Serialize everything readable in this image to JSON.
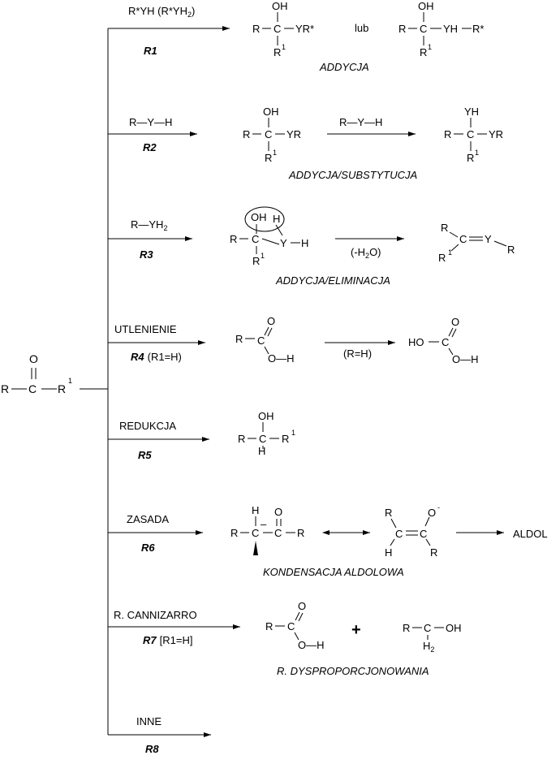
{
  "carbonyl": {
    "r": "R",
    "c": "C",
    "o": "O",
    "r1": "R",
    "sup1": "1"
  },
  "r1": {
    "reagent": "R*YH (R*YH",
    "reagent_sub": "2",
    "reagent_close": ")",
    "label": "R1",
    "p1": {
      "oh": "OH",
      "left": "R",
      "c": "C",
      "right": "YR*",
      "bottom": "R",
      "sup": "1"
    },
    "or": "lub",
    "p2": {
      "oh": "OH",
      "left": "R",
      "c": "C",
      "right": "YH",
      "right2": "R*",
      "bottom": "R",
      "sup": "1"
    },
    "caption": "ADDYCJA"
  },
  "r2": {
    "reagent": "R—Y—H",
    "label": "R2",
    "p1": {
      "oh": "OH",
      "left": "R",
      "c": "C",
      "right": "YR",
      "bottom": "R",
      "sup": "1"
    },
    "arrow2": "R—Y—H",
    "p2": {
      "top": "YH",
      "left": "R",
      "c": "C",
      "right": "YR",
      "bottom": "R",
      "sup": "1"
    },
    "caption": "ADDYCJA/SUBSTYTUCJA"
  },
  "r3": {
    "reagent": "R—YH",
    "reagent_sub": "2",
    "label": "R3",
    "p1": {
      "oh": "OH",
      "h": "H",
      "left": "R",
      "c": "C",
      "y": "Y",
      "yh": "H",
      "bottom": "R",
      "sup": "1"
    },
    "arrow2": "(-H",
    "arrow2_sub": "2",
    "arrow2_close": "O)",
    "p2": {
      "r_top": "R",
      "c": "C",
      "y": "Y",
      "r_right": "R",
      "r_bottom": "R",
      "sup": "1"
    },
    "caption": "ADDYCJA/ELIMINACJA"
  },
  "r4": {
    "reagent": "UTLENIENIE",
    "label": "R4",
    "cond": "(R1=H)",
    "p1": {
      "o": "O",
      "left": "R",
      "c": "C",
      "oh": "O—H"
    },
    "arrow2": "(R=H)",
    "p2": {
      "o": "O",
      "left": "HO",
      "c": "C",
      "oh": "O—H"
    }
  },
  "r5": {
    "reagent": "REDUKCJA",
    "label": "R5",
    "p1": {
      "oh": "OH",
      "left": "R",
      "c": "C",
      "right": "R",
      "sup": "1",
      "bottom": "H"
    }
  },
  "r6": {
    "reagent": "ZASADA",
    "label": "R6",
    "p1": {
      "h": "H",
      "left": "R",
      "c": "C",
      "minus": "–",
      "c2": "C",
      "o": "O",
      "right": "R"
    },
    "p2": {
      "r_top": "R",
      "h": "H",
      "c": "C",
      "c2": "C",
      "o": "O",
      "minus": "-",
      "r_bottom": "R"
    },
    "product": "ALDOL",
    "caption": "KONDENSACJA ALDOLOWA"
  },
  "r7": {
    "reagent": "R. CANNIZARRO",
    "label": "R7",
    "cond": "[R1=H]",
    "p1": {
      "o": "O",
      "left": "R",
      "c": "C",
      "oh": "O—H"
    },
    "plus": "+",
    "p2": {
      "left": "R",
      "c": "C",
      "right": "OH",
      "h2": "H",
      "h2sub": "2"
    },
    "caption": "R. DYSPROPORCJONOWANIA"
  },
  "r8": {
    "reagent": "INNE",
    "label": "R8"
  }
}
